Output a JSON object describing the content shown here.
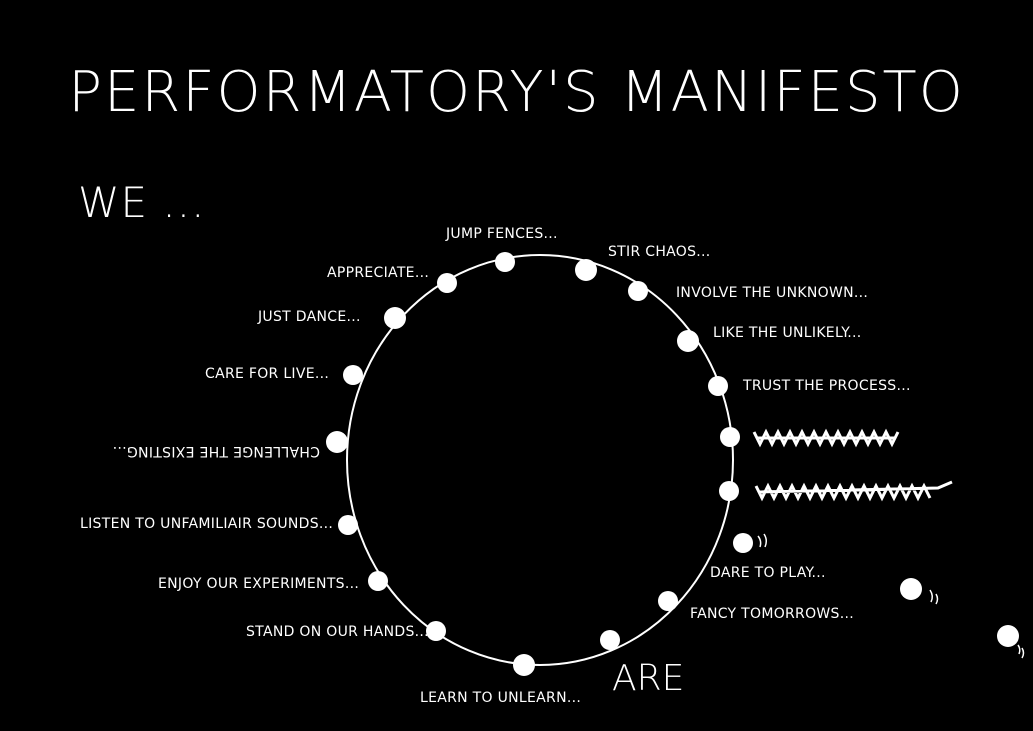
{
  "title": "PERFORMATORY'S MANIFESTO",
  "intro": "WE ...",
  "outro": "ARE",
  "ring_items": [
    "JUMP FENCES...",
    "STIR CHAOS...",
    "INVOLVE THE UNKNOWN...",
    "LIKE THE UNLIKELY...",
    "TRUST THE PROCESS...",
    "DARE TO PLAY...",
    "FANCY TOMORROWS...",
    "LEARN TO UNLEARN...",
    "STAND ON OUR HANDS...",
    "ENJOY OUR EXPERIMENTS...",
    "LISTEN TO UNFAMILIAIR SOUNDS...",
    "CHALLENGE THE EXISTING...",
    "CARE FOR LIVE...",
    "JUST DANCE...",
    "APPRECIATE..."
  ],
  "colors": {
    "background": "#000000",
    "ink": "#ffffff"
  }
}
